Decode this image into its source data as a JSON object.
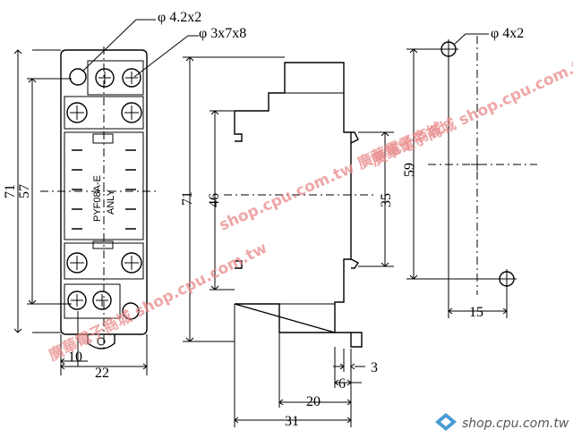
{
  "front_view": {
    "hole_note": "φ 4.2x2",
    "terminal_note": "φ 3x7x8",
    "dim_overall_height": "71",
    "dim_inner_height": "57",
    "dim_hole_offset": "10",
    "dim_width": "22",
    "part_marking_1": "PYF08A-E",
    "part_marking_2": "ANLY"
  },
  "side_view": {
    "dim_height": "71",
    "dim_rail_span": "46",
    "dim_clip_span": "35",
    "dim_3": "3",
    "dim_6": "6",
    "dim_20": "20",
    "dim_31": "31"
  },
  "mount_view": {
    "hole_note": "φ 4x2",
    "dim_hole_pitch": "59",
    "dim_hole_offset": "15"
  },
  "watermark": {
    "diagonal_1": "廣華電子商城 shop.cpu.com.tw",
    "diagonal_2": "shop.cpu.com.tw 廣華電子商城",
    "diagonal_3": "廣華電子商城 shop.cpu.com.tw",
    "brand": "shop.cpu.com.tw"
  }
}
